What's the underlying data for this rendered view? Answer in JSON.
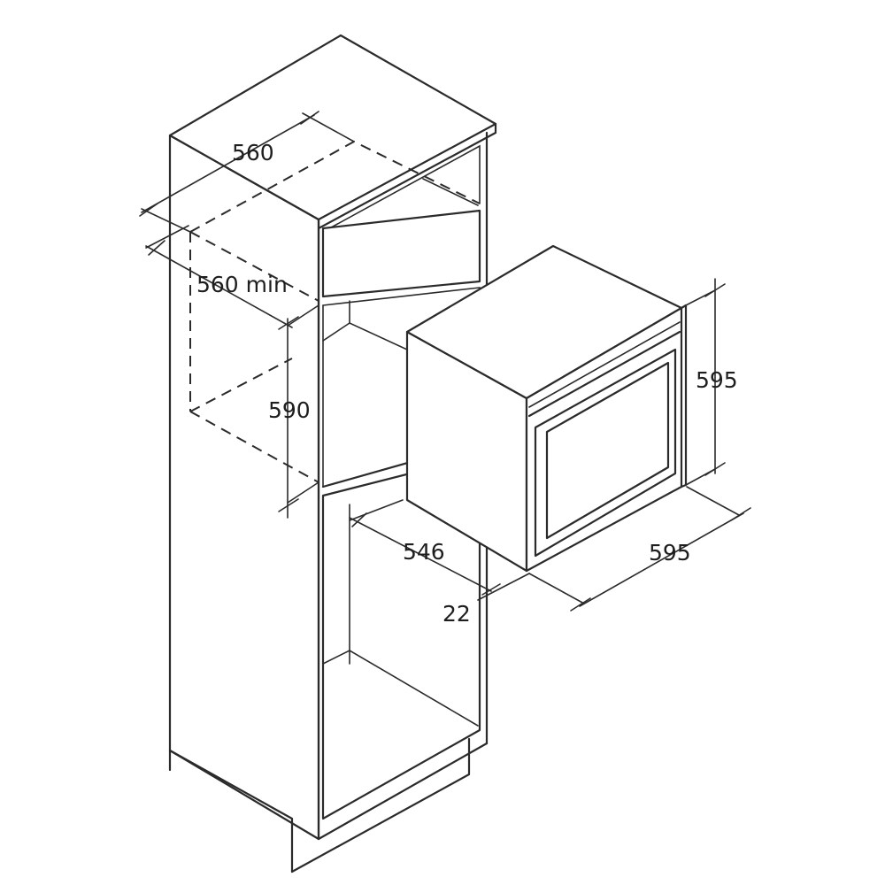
{
  "labels": {
    "cavity_width": "560",
    "cavity_depth": "560 min",
    "cavity_height": "590",
    "oven_height": "595",
    "oven_width": "595",
    "oven_depth": "546",
    "front_offset": "22"
  },
  "colors": {
    "line": "#2b2b2b",
    "text": "#1e1e1e",
    "background": "#ffffff"
  }
}
